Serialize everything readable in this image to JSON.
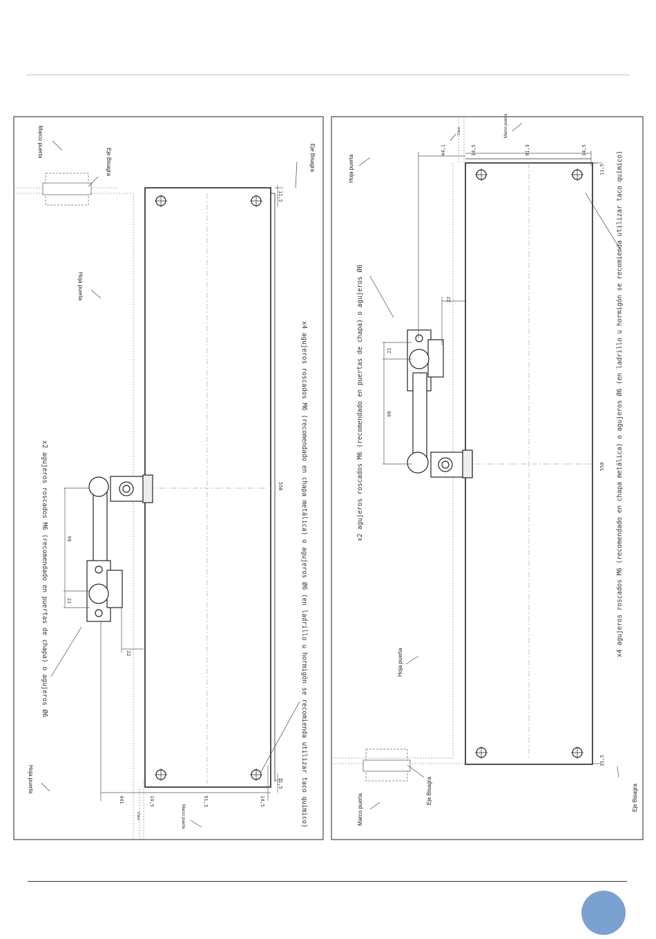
{
  "panel_left": {
    "labels": {
      "marco_top": "Marco puerta",
      "eje_bisagra": "Eje Bisagra",
      "eje_bisagra_axis": "Eje Bisagra",
      "hoja_mid": "Hoja puerta",
      "hoja_bottom": "Hoja puerta",
      "marco_bottom": "Marco puerta",
      "claro": "Claro"
    },
    "notes": {
      "x4": "x4 agujeros roscados M6 (recomendado en chapa metálica) o agujeros Ø6 (en ladrillo u hormigón se recomienda utilizar taco químico)",
      "x2": "x2 agujeros roscados M6 (recomendado en puertas de chapa) o agujeros Ø6"
    },
    "dims": {
      "d550": "550",
      "d99": "99",
      "d21": "21",
      "d22": "22",
      "d441": "441",
      "d14_5a": "14,5",
      "d913": "91,3",
      "d14_5b": "14,5",
      "d11_5a": "11,5",
      "d11_5b": "11,5"
    }
  },
  "panel_right": {
    "labels": {
      "claro": "Claro",
      "marco_top": "Marco puerta",
      "hoja_top": "Hoja puerta",
      "hoja_mid": "Hoja puerta",
      "eje_bisagra": "Eje Bisagra",
      "eje_bisagra_axis": "Eje Bisagra",
      "marco_bottom": "Marco puerta"
    },
    "notes": {
      "x4": "x4 agujeros roscados M6 (recomendado en chapa metálica) o agujeros Ø6 (en ladrillo u hormigón se recomienda utilizar taco químico)",
      "x2": "x2 agujeros roscados M6 (recomendado en puertas de chapa) o agujeros Ø6"
    },
    "dims": {
      "d441": "44,1",
      "d14_5a": "14,5",
      "d913": "91,3",
      "d14_5b": "14,5",
      "d11_5a": "11,5",
      "d11_5b": "11,5",
      "d22": "22",
      "d21": "21",
      "d99": "99",
      "d550": "550"
    }
  }
}
